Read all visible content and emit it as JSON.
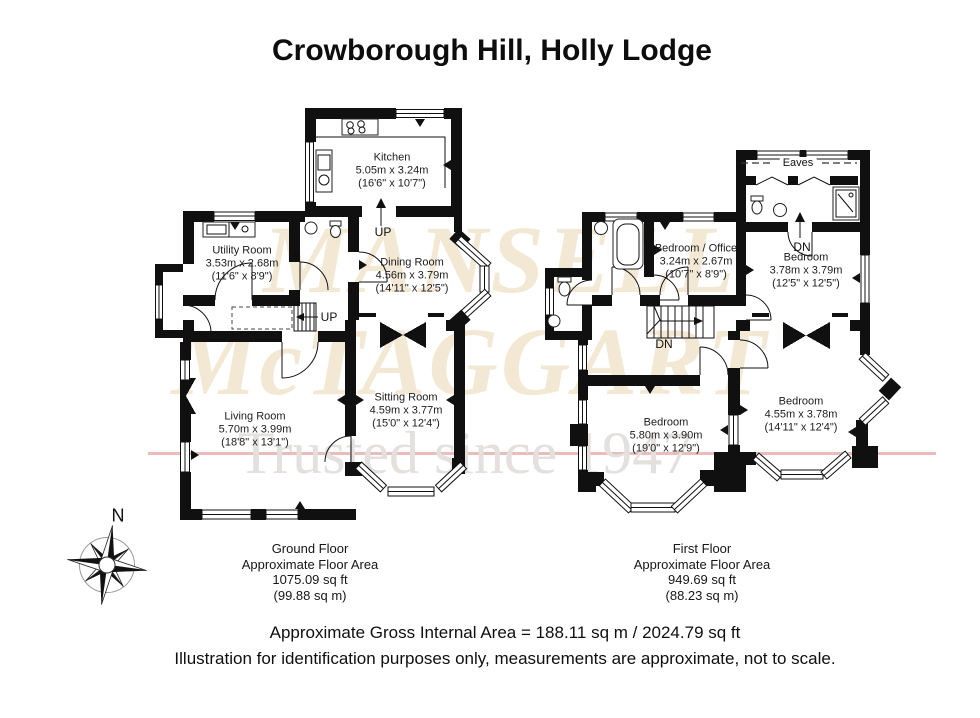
{
  "title": "Crowborough Hill, Holly Lodge",
  "watermark": {
    "brand_line1": "MANSELL",
    "brand_line2": "McTAGGART",
    "tagline": "Trusted since 1947"
  },
  "compass": {
    "north_label": "N"
  },
  "ground_floor": {
    "rooms": {
      "kitchen": {
        "name": "Kitchen",
        "metric": "5.05m x 3.24m",
        "imperial": "(16'6\" x 10'7\")"
      },
      "utility": {
        "name": "Utility Room",
        "metric": "3.53m x 2.68m",
        "imperial": "(11'6\" x 8'9\")"
      },
      "dining": {
        "name": "Dining Room",
        "metric": "4.56m x 3.79m",
        "imperial": "(14'11\" x 12'5\")"
      },
      "living": {
        "name": "Living Room",
        "metric": "5.70m x 3.99m",
        "imperial": "(18'8\" x 13'1\")"
      },
      "sitting": {
        "name": "Sitting Room",
        "metric": "4.59m x 3.77m",
        "imperial": "(15'0\" x 12'4\")"
      }
    },
    "step_label": "UP",
    "stairs_label": "UP",
    "summary": {
      "floor_name": "Ground Floor",
      "area_caption": "Approximate Floor Area",
      "area_sqft": "1075.09 sq ft",
      "area_sqm": "(99.88 sq m)"
    }
  },
  "first_floor": {
    "rooms": {
      "bedroom_office": {
        "name": "Bedroom / Office",
        "metric": "3.24m x 2.67m",
        "imperial": "(10'7\" x 8'9\")"
      },
      "bedroom_top": {
        "name": "Bedroom",
        "metric": "3.78m x 3.79m",
        "imperial": "(12'5\" x 12'5\")"
      },
      "bedroom_left": {
        "name": "Bedroom",
        "metric": "5.80m x 3.90m",
        "imperial": "(19'0\" x 12'9\")"
      },
      "bedroom_right": {
        "name": "Bedroom",
        "metric": "4.55m x 3.78m",
        "imperial": "(14'11\" x 12'4\")"
      }
    },
    "eaves_label": "Eaves",
    "step_label": "DN",
    "stairs_label": "DN",
    "summary": {
      "floor_name": "First Floor",
      "area_caption": "Approximate Floor Area",
      "area_sqft": "949.69 sq ft",
      "area_sqm": "(88.23 sq m)"
    }
  },
  "footer": {
    "line1": "Approximate Gross Internal Area = 188.11 sq m / 2024.79 sq ft",
    "line2": "Illustration for identification purposes only, measurements are approximate, not to scale."
  },
  "colors": {
    "wall": "#101010",
    "watermark_brand": "#f2e8d4",
    "watermark_tagline": "#e3e0dd",
    "watermark_line": "#eabcbc"
  }
}
